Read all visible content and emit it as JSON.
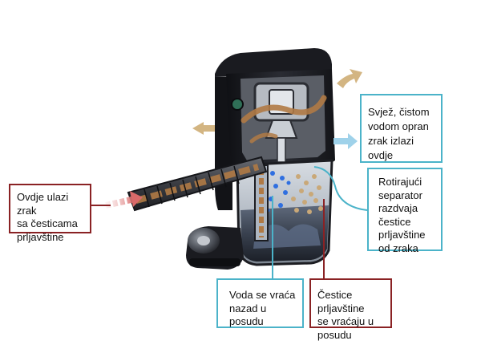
{
  "callouts": {
    "inlet": "Ovdje ulazi zrak\nsa česticama\nprljavštine",
    "fresh_air": "Svjež, čistom\nvodom opran\nzrak izlazi\novdje",
    "rotor": "Rotirajući\nseparator\nrazdvaja\nčestice\nprljavštine\nod zraka",
    "water": "Voda se vraća\nnazad u posudu",
    "particles": "Čestice prljavštine\nse vraćaju u posudu"
  },
  "colors": {
    "teal_border": "#4bb3c9",
    "red_border": "#8a2224",
    "dark_body": "#1c1d22",
    "water_blue": "#2f6fe0",
    "copper_flow": "#b07a45",
    "airflow_tan": "#d3b582",
    "clean_air": "#9fd2ea",
    "intake_red": "#d96a6a"
  },
  "icons": {
    "intake_arrow": "dashed-red-arrow-icon",
    "exhaust_arrows": "tan-airflow-arrow-icon",
    "clean_arrow": "light-blue-arrow-icon"
  }
}
